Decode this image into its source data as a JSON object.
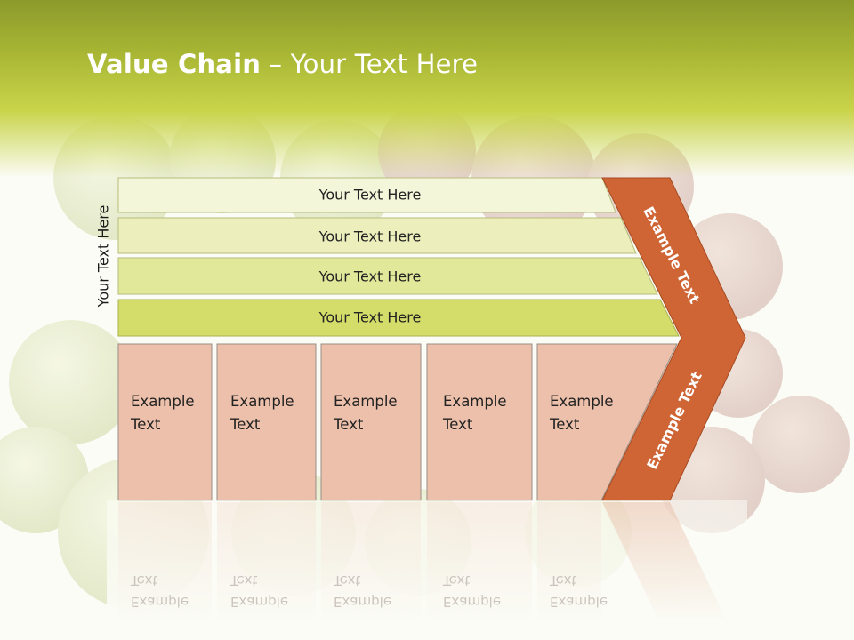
{
  "slide": {
    "title_bold": "Value Chain",
    "title_rest": " – Your Text Here",
    "vertical_label": "Your Text Here"
  },
  "bars": [
    {
      "label": "Your Text Here"
    },
    {
      "label": "Your Text Here"
    },
    {
      "label": "Your Text Here"
    },
    {
      "label": "Your Text Here"
    }
  ],
  "boxes": [
    {
      "line1": "Example",
      "line2": "Text"
    },
    {
      "line1": "Example",
      "line2": "Text"
    },
    {
      "line1": "Example",
      "line2": "Text"
    },
    {
      "line1": "Example",
      "line2": "Text"
    },
    {
      "line1": "Example",
      "line2": "Text"
    }
  ],
  "chevron": {
    "upper_label": "Example Text",
    "lower_label": "Example Text"
  },
  "colors": {
    "header": "#a8b634",
    "bar_light": "#f4f6d9",
    "bar_dark": "#d4dd6a",
    "box_fill": "#ecc0aa",
    "chevron": "#cf6535"
  }
}
